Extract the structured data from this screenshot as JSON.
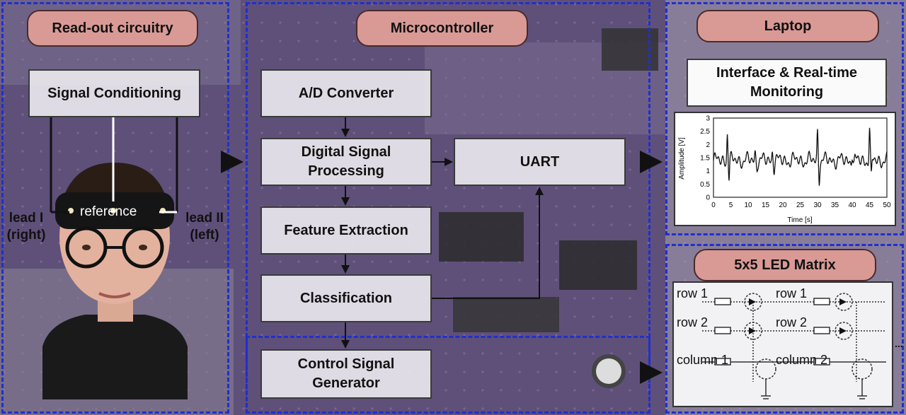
{
  "sections": {
    "readout": "Read-out circuitry",
    "micro": "Microcontroller",
    "laptop": "Laptop",
    "led": "5x5 LED Matrix"
  },
  "blocks": {
    "signal_conditioning": "Signal Conditioning",
    "adc": "A/D Converter",
    "dsp_line1": "Digital Signal",
    "dsp_line2": "Processing",
    "uart": "UART",
    "feature": "Feature Extraction",
    "classification": "Classification",
    "csg_line1": "Control Signal",
    "csg_line2": "Generator",
    "interface_line1": "Interface & Real-time",
    "interface_line2": "Monitoring"
  },
  "electrodes": {
    "reference": "reference",
    "lead1_line1": "lead I",
    "lead1_line2": "(right)",
    "lead2_line1": "lead II",
    "lead2_line2": "(left)"
  },
  "plot": {
    "ylabel": "Amplitude [V]",
    "xlabel": "Time [s]",
    "yticks": [
      "0",
      "0.5",
      "1",
      "1.5",
      "2",
      "2.5",
      "3"
    ],
    "xticks": [
      "0",
      "5",
      "10",
      "15",
      "20",
      "25",
      "30",
      "35",
      "40",
      "45",
      "50"
    ]
  },
  "led_matrix": {
    "row1a": "row 1",
    "row1b": "row 1",
    "row2a": "row 2",
    "row2b": "row 2",
    "col1": "column 1",
    "col2": "column 2",
    "more": "..."
  },
  "colors": {
    "pill": "#d99a96",
    "dashed_border": "#1f2fd0",
    "pcb": "#6b5a86"
  }
}
